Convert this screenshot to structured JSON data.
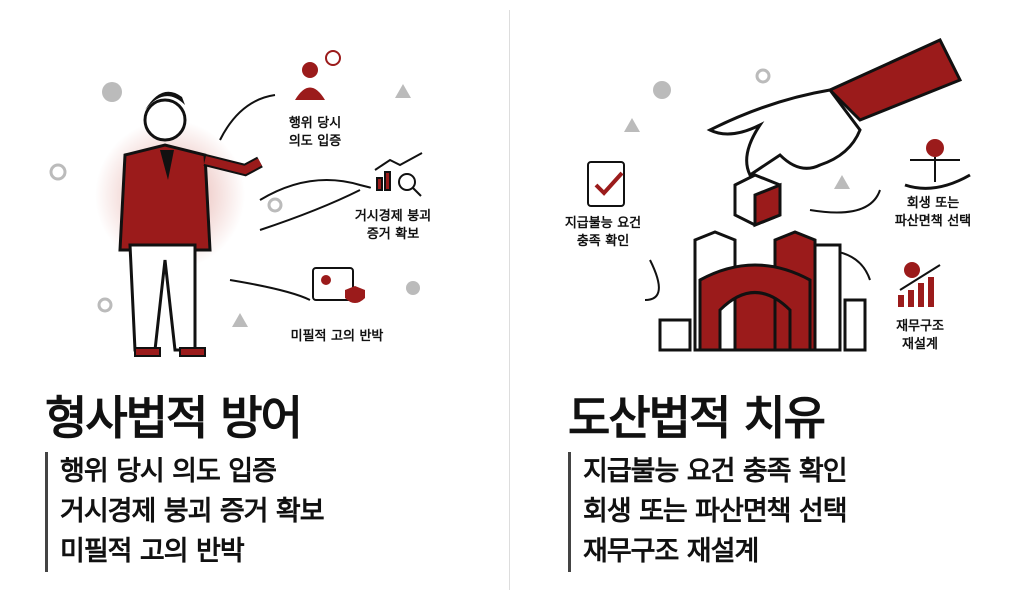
{
  "colors": {
    "accent": "#9b1b1b",
    "text": "#111111"
  },
  "left": {
    "title": "형사법적 방어",
    "labels": [
      "행위 당시\n의도 입증",
      "거시경제 붕괴\n증거 확보",
      "미필적 고의 반박"
    ],
    "bullets": [
      "행위 당시 의도 입증",
      "거시경제 붕괴 증거 확보",
      "미필적 고의 반박"
    ]
  },
  "right": {
    "title": "도산법적 치유",
    "labels": [
      "지급불능 요건\n충족 확인",
      "회생 또는\n파산면책 선택",
      "재무구조\n재설계"
    ],
    "bullets": [
      "지급불능 요건 충족 확인",
      "회생 또는 파산면책 선택",
      "재무구조 재설계"
    ]
  }
}
